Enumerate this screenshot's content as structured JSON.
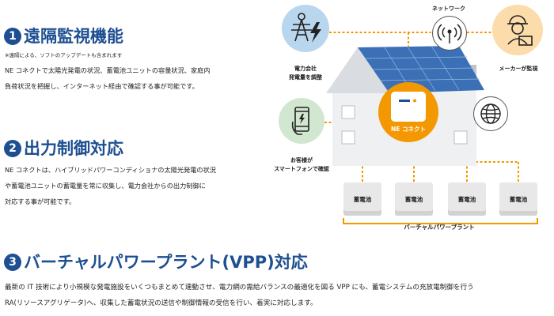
{
  "section1": {
    "number": "1",
    "title": "遠隔監視機能",
    "note": "※遠隔による、ソフトのアップデートも含まれます",
    "lines": [
      "NE コネクトで太陽光発電の状況、蓄電池ユニットの容量状況、家庭内",
      "負荷状況を把握し、インターネット経由で確認する事が可能です。"
    ]
  },
  "section2": {
    "number": "2",
    "title": "出力制御対応",
    "lines": [
      "NE コネクトは、ハイブリッドパワーコンディショナの太陽光発電の状況",
      "や蓄電池ユニットの蓄電量を常に収集し、電力会社からの出力制御に",
      "対応する事が可能です。"
    ]
  },
  "section3": {
    "number": "3",
    "title": "バーチャルパワープラント(VPP)対応",
    "lines": [
      "最新の IT 技術により小規模な発電施設をいくつもまとめて連動させ、電力網の需給バランスの最適化を図る VPP にも、蓄電システムの充放電制御を行う",
      "RA(リソースアグリゲータ)へ、収集した蓄電状況の送信や制御情報の受信を行い、着実に対応します。"
    ]
  },
  "diagram": {
    "power_company": {
      "label_lines": [
        "電力会社",
        "発電量を調整"
      ],
      "icon": "power-tower-lightning-icon"
    },
    "network": {
      "label": "ネットワーク",
      "icon": "wireless-antenna-icon"
    },
    "manufacturer": {
      "label": "メーカーが監視",
      "icon": "worker-laptop-icon"
    },
    "customer": {
      "label_lines": [
        "お客様が",
        "スマートフォンで確認"
      ],
      "icon": "smartphone-icon"
    },
    "internet": {
      "icon": "globe-icon"
    },
    "device": {
      "label": "NE コネクト",
      "icon": "router-device-icon"
    },
    "batteries": [
      "蓄電池",
      "蓄電池",
      "蓄電池",
      "蓄電池"
    ],
    "vpp_label": "バーチャルパワープラント"
  },
  "colors": {
    "heading_blue": "#1d4f91",
    "accent_orange": "#f39800",
    "circle_blue": "#b9d6ef",
    "circle_green": "#d2e7cf",
    "circle_peach": "#fbdcaa"
  }
}
